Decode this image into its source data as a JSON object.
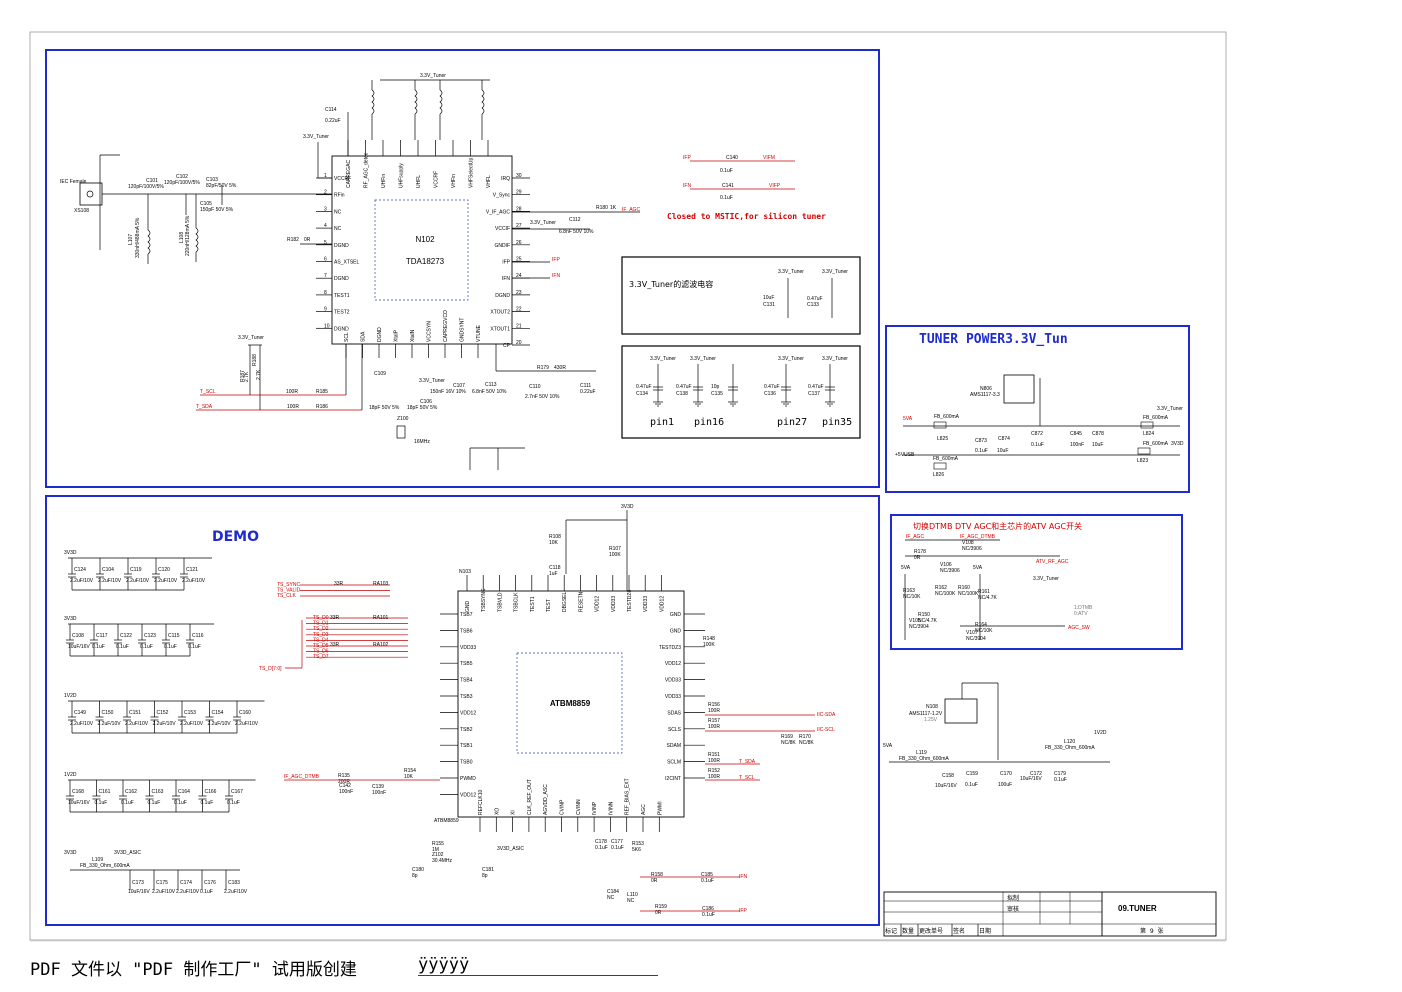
{
  "tuner": {
    "chip_ref": "N102",
    "chip_part": "TDA18273",
    "iec_label": "IEC Female",
    "iec_ref": "XS108",
    "supply_labels": [
      "3.3V_Tuner",
      "3.3V_Tuner",
      "3.3V_Tuner",
      "3.3V_Tuner"
    ],
    "note": "Closed to MSTIC,for silicon tuner",
    "left_pins": [
      "VCCRF",
      "RFin",
      "NC",
      "NC",
      "DGND",
      "AS_XTSEL",
      "DGND",
      "TEST1",
      "TEST2",
      "DGND"
    ],
    "left_pin_nums": [
      "1",
      "2",
      "3",
      "4",
      "5",
      "6",
      "7",
      "8",
      "9",
      "10"
    ],
    "right_pins": [
      "IRQ",
      "V_Sync",
      "V_IF_AGC",
      "VCCIF",
      "GNDIF",
      "IFP",
      "IFN",
      "DGND",
      "XTOUT2",
      "XTOUT1",
      "CP"
    ],
    "right_pin_nums": [
      "30",
      "29",
      "28",
      "27",
      "26",
      "25",
      "24",
      "23",
      "22",
      "21",
      "20"
    ],
    "top_pins": [
      "CAPREGAC",
      "RF_AGC_detec",
      "UHFin",
      "UHFsupply",
      "UHFL",
      "VCCRF",
      "VHFin",
      "VHFSelectUp",
      "VHFL"
    ],
    "bottom_pins": [
      "SCL",
      "SDA",
      "DGND",
      "XtalP",
      "XtalN",
      "VCCSYN",
      "CAPREGVCO",
      "GNDSYNT",
      "VTUNE"
    ],
    "parts": [
      {
        "ref": "C114",
        "val": "0.22uF"
      },
      {
        "ref": "C101",
        "val": "120pF/100V/5%"
      },
      {
        "ref": "C102",
        "val": "120pF/100V/5%"
      },
      {
        "ref": "C103",
        "val": "82pF/50V 5%"
      },
      {
        "ref": "C105",
        "val": "150pF 50V 5%"
      },
      {
        "ref": "L107",
        "val": "330nH/488mA 5%"
      },
      {
        "ref": "L108",
        "val": "220nH/128mA 5%"
      },
      {
        "ref": "R182",
        "val": "0R"
      },
      {
        "ref": "R180",
        "val": "1K"
      },
      {
        "ref": "C112",
        "val": "6.8nF 50V 10%"
      },
      {
        "ref": "R185",
        "val": "100R"
      },
      {
        "ref": "R186",
        "val": "100R"
      },
      {
        "ref": "R187",
        "val": "2.7K"
      },
      {
        "ref": "R188",
        "val": "2.7K"
      },
      {
        "ref": "C109",
        "val": "18pF 50V 5%"
      },
      {
        "ref": "C106",
        "val": "18pF 50V 5%"
      },
      {
        "ref": "C107",
        "val": "150nF 16V 10%"
      },
      {
        "ref": "C113",
        "val": "6.8nF 50V 10%"
      },
      {
        "ref": "C110",
        "val": "2.7nF 50V 10%"
      },
      {
        "ref": "C111",
        "val": "0.22uF"
      },
      {
        "ref": "R179",
        "val": "430R"
      },
      {
        "ref": "Z100",
        "val": "16MHz"
      }
    ],
    "nets": {
      "t_scl": "T_SCL",
      "t_sda": "T_SDA",
      "if_agc": "IF_AGC",
      "ifp": "IFP",
      "ifn": "IFN"
    },
    "ifp_out": {
      "ref": "C140",
      "val": "0.1uF",
      "net": "VIFM"
    },
    "ifn_out": {
      "ref": "C141",
      "val": "0.1uF",
      "net": "VIFP"
    }
  },
  "filter_box": {
    "title": "3.3V_Tuner的滤波电容",
    "caps": [
      {
        "ref": "C131",
        "val": "10uF"
      },
      {
        "ref": "C133",
        "val": "0.47uF"
      }
    ],
    "supply": "3.3V_Tuner"
  },
  "pin_caps": {
    "labels": [
      "pin1",
      "pin16",
      "pin27",
      "pin35"
    ],
    "caps": [
      {
        "ref": "C134",
        "val": "0.47uF"
      },
      {
        "ref": "C138",
        "val": "0.47uF"
      },
      {
        "ref": "C135",
        "val": "10p"
      },
      {
        "ref": "C136",
        "val": "0.47uF"
      },
      {
        "ref": "C137",
        "val": "0.47uF"
      }
    ],
    "supply": "3.3V_Tuner"
  },
  "power": {
    "title": "TUNER POWER3.3V_Tun",
    "reg_ref": "N806",
    "reg_part": "AMS1117-3.3",
    "in_5va": "5VA",
    "in_5vusb": "+5VUSB",
    "out_3v3": "3.3V_Tuner",
    "out_3v3d": "3V3D",
    "beads": [
      {
        "ref": "L825",
        "val": "FB_600mA"
      },
      {
        "ref": "L826",
        "val": "FB_600mA"
      },
      {
        "ref": "L824",
        "val": "FB_600mA"
      },
      {
        "ref": "L823",
        "val": "FB_600mA"
      }
    ],
    "caps": [
      {
        "ref": "C873",
        "val": "0.1uF"
      },
      {
        "ref": "C874",
        "val": "10uF"
      },
      {
        "ref": "C872",
        "val": "0.1uF"
      },
      {
        "ref": "C845",
        "val": "100nF"
      },
      {
        "ref": "C878",
        "val": "10uF"
      }
    ]
  },
  "agc_switch": {
    "title": "切换DTMB DTV AGC和主芯片的ATV AGC开关",
    "nets": [
      "IF_AGC",
      "IF_AGC_DTMB",
      "ATV_RF_AGC",
      "AGC_SW",
      "5VA",
      "3.3V_Tuner"
    ],
    "legend": [
      "1:DTMB",
      "0:ATV"
    ],
    "parts": [
      {
        "ref": "R178",
        "val": "0R"
      },
      {
        "ref": "V108",
        "val": "NC/3906"
      },
      {
        "ref": "V106",
        "val": "NC/3906"
      },
      {
        "ref": "R162",
        "val": "NC/100K"
      },
      {
        "ref": "R160",
        "val": "NC/100K"
      },
      {
        "ref": "R163",
        "val": "NC/10K"
      },
      {
        "ref": "R161",
        "val": "NC/4.7K"
      },
      {
        "ref": "R150",
        "val": "NC/4.7K"
      },
      {
        "ref": "V105",
        "val": "NC/3904"
      },
      {
        "ref": "R164",
        "val": "NC/10K"
      },
      {
        "ref": "V107",
        "val": "NC/3904"
      }
    ]
  },
  "demo": {
    "title": "DEMO",
    "chip_ref": "N103",
    "chip_part": "ATBM8859",
    "rails": [
      "3V3D",
      "3V3D",
      "1V2D",
      "1V2D",
      "3V3D"
    ],
    "bank1": [
      "C124",
      "C104",
      "C119",
      "C120",
      "C121"
    ],
    "bank1_val": "2.2uF/10V",
    "bank2": [
      "C108",
      "C117",
      "C122",
      "C123",
      "C115",
      "C116"
    ],
    "bank2_val": [
      "10uF/16V",
      "0.1uF",
      "0.1uF",
      "0.1uF",
      "0.1uF",
      "0.1uF"
    ],
    "bank3": [
      "C149",
      "C150",
      "C151",
      "C152",
      "C153",
      "C154",
      "C160"
    ],
    "bank3_val": "2.2uF/10V",
    "bank4": [
      "C168",
      "C161",
      "C162",
      "C163",
      "C164",
      "C166",
      "C167"
    ],
    "bank4_val": [
      "10uF/16V",
      "0.1uF",
      "0.1uF",
      "0.1uF",
      "0.1uF",
      "0.1uF",
      "0.1uF"
    ],
    "bank5_bead": {
      "ref": "L109",
      "val": "FB_330_Ohm_600mA",
      "net": "3V3D_ASIC"
    },
    "bank5": [
      "C173",
      "C175",
      "C174",
      "C176",
      "C183"
    ],
    "bank5_val": [
      "10uF/16V",
      "2.2uF/10V",
      "2.2uF/10V",
      "0.1uF",
      "2.2uF/10V"
    ],
    "ts_in": [
      "TS_SYNC",
      "TS_VALID",
      "TS_CLK"
    ],
    "ra": [
      {
        "ref": "RA103",
        "val": "33R"
      },
      {
        "ref": "RA101",
        "val": "33R"
      },
      {
        "ref": "RA102",
        "val": "33R"
      }
    ],
    "ts_data": [
      "TS_D0",
      "TS_D1",
      "TS_D2",
      "TS_D3",
      "TS_D4",
      "TS_D5",
      "TS_D6",
      "TS_D7"
    ],
    "ts_bus": "TS_D[7:0]",
    "left_pins": [
      "TSB7",
      "TSB6",
      "VDD33",
      "TSB5",
      "TSB4",
      "TSB3",
      "VDD12",
      "TSB2",
      "TSB1",
      "TSB0",
      "PWMD",
      "VDD12"
    ],
    "right_pins": [
      "GND",
      "GND",
      "TESTDZ3",
      "VDD12",
      "VDD33",
      "VDD33",
      "SDAS",
      "SCLS",
      "SDAM",
      "SCLM",
      "I2CINT"
    ],
    "top_pins": [
      "GND",
      "TSBSYNC",
      "TSBVLD",
      "TSBCLK",
      "TEST1",
      "TEST",
      "DBGSEL",
      "RESETN",
      "VDD12",
      "VDD33",
      "TESTDZ6",
      "VDD33",
      "VDD12"
    ],
    "bottom_pins": [
      "REFCLK10",
      "XO",
      "XI",
      "CLK_REF_OUT",
      "AGVDD_ASC",
      "CVINP",
      "CVINN",
      "IVINP",
      "IVINN",
      "REF_BIAS_EXT",
      "AGC",
      "PWMI"
    ],
    "nets": [
      "IIC-SDA",
      "IIC-SCL",
      "T_SDA",
      "T_SCL",
      "IF_AGC_DTMB",
      "IFN",
      "IFP",
      "3V3D_ASIC"
    ],
    "parts": [
      {
        "ref": "R108",
        "val": "10K"
      },
      {
        "ref": "R107",
        "val": "100K"
      },
      {
        "ref": "C118",
        "val": "1uF"
      },
      {
        "ref": "R148",
        "val": "100K"
      },
      {
        "ref": "R156",
        "val": "100R"
      },
      {
        "ref": "R157",
        "val": "100R"
      },
      {
        "ref": "R151",
        "val": "100R"
      },
      {
        "ref": "R152",
        "val": "100R"
      },
      {
        "ref": "R169",
        "val": "NC/8K"
      },
      {
        "ref": "R170",
        "val": "NC/8K"
      },
      {
        "ref": "R135",
        "val": "200R"
      },
      {
        "ref": "R154",
        "val": "10K"
      },
      {
        "ref": "C142",
        "val": "100nF"
      },
      {
        "ref": "C139",
        "val": "100nF"
      },
      {
        "ref": "R155",
        "val": "1M"
      },
      {
        "ref": "Z102",
        "val": "30.4MHz"
      },
      {
        "ref": "C180",
        "val": "8p"
      },
      {
        "ref": "C181",
        "val": "8p"
      },
      {
        "ref": "C178",
        "val": "0.1uF"
      },
      {
        "ref": "C177",
        "val": "0.1uF"
      },
      {
        "ref": "R153",
        "val": "5K6"
      },
      {
        "ref": "R158",
        "val": "0R"
      },
      {
        "ref": "R159",
        "val": "0R"
      },
      {
        "ref": "C185",
        "val": "0.1uF"
      },
      {
        "ref": "C186",
        "val": "0.1uF"
      },
      {
        "ref": "C184",
        "val": "NC"
      },
      {
        "ref": "L110",
        "val": "NC"
      }
    ]
  },
  "ldo": {
    "ref": "N108",
    "part": "AMS1117-1.2V",
    "note": "1.25V",
    "in": "5VA",
    "out": "1V2D",
    "beads": [
      {
        "ref": "L119",
        "val": "FB_330_Ohm_600mA"
      },
      {
        "ref": "L120",
        "val": "FB_330_Ohm_600mA"
      }
    ],
    "caps": [
      {
        "ref": "C158",
        "val": "10uF/16V"
      },
      {
        "ref": "C159",
        "val": "0.1uF"
      },
      {
        "ref": "C170",
        "val": "100uF"
      },
      {
        "ref": "C172",
        "val": "10uF/16V"
      },
      {
        "ref": "C179",
        "val": "0.1uF"
      }
    ]
  },
  "titleblock": {
    "row_labels": [
      "标记",
      "数量",
      "更改单号",
      "签名",
      "日期"
    ],
    "label1": "拟制",
    "label2": "审核",
    "sheet_title": "09.TUNER",
    "page": "第  9  张"
  },
  "footer": {
    "text": "PDF 文件以 \"PDF 制作工厂\" 试用版创建",
    "link": "ÿÿÿÿÿ"
  },
  "colors": {
    "frame": "#1f2bd0",
    "net_red": "#d40000",
    "wire": "#000000"
  }
}
